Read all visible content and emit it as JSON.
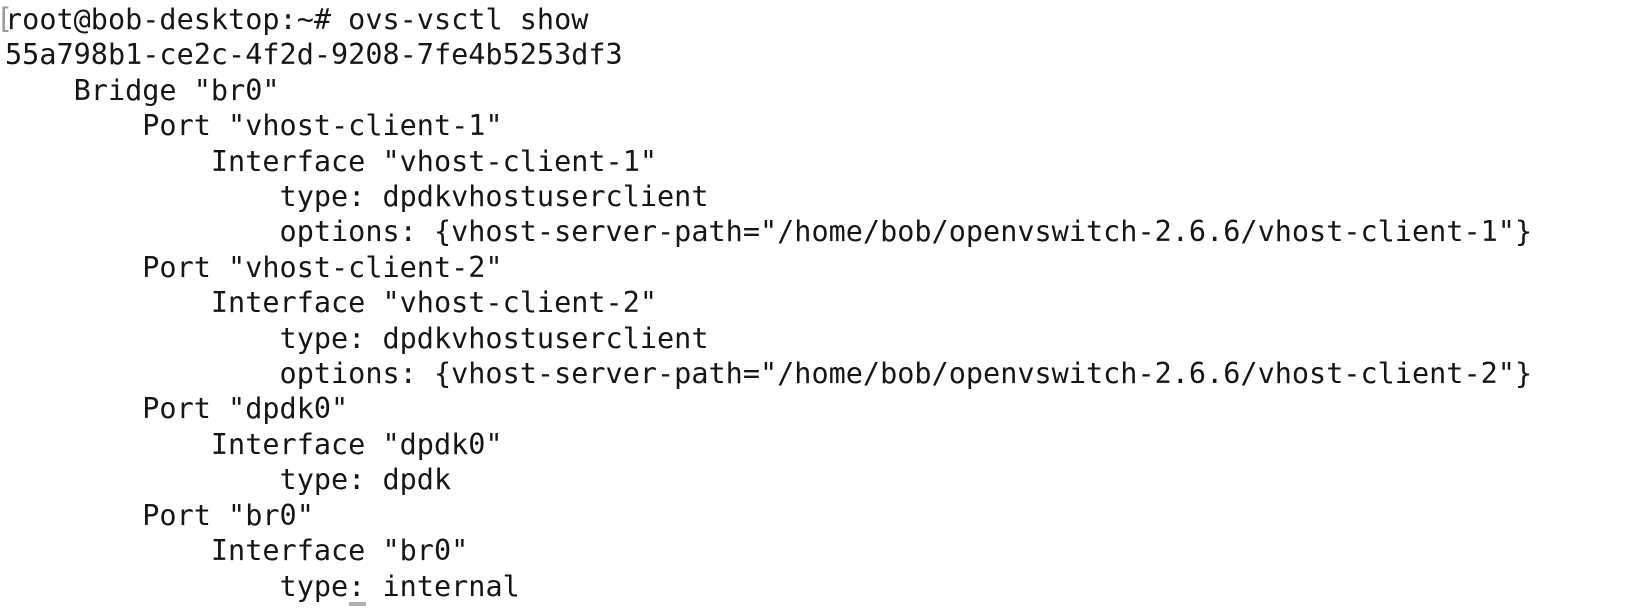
{
  "terminal": {
    "scrollback_bracket": "[",
    "prompt": "root@bob-desktop:~# ",
    "command": "ovs-vsctl show",
    "output_lines": [
      "55a798b1-ce2c-4f2d-9208-7fe4b5253df3",
      "    Bridge \"br0\"",
      "        Port \"vhost-client-1\"",
      "            Interface \"vhost-client-1\"",
      "                type: dpdkvhostuserclient",
      "                options: {vhost-server-path=\"/home/bob/openvswitch-2.6.6/vhost-client-1\"}",
      "        Port \"vhost-client-2\"",
      "            Interface \"vhost-client-2\"",
      "                type: dpdkvhostuserclient",
      "                options: {vhost-server-path=\"/home/bob/openvswitch-2.6.6/vhost-client-2\"}",
      "        Port \"dpdk0\"",
      "            Interface \"dpdk0\"",
      "                type: dpdk",
      "        Port \"br0\"",
      "            Interface \"br0\""
    ],
    "last_line": {
      "before_cursor": "                type",
      "cursor_char": ":",
      "after_cursor": " internal"
    },
    "colors": {
      "background": "#ffffff",
      "foreground": "#161616",
      "bracket_gray": "#9a9a9a",
      "cursor_gray": "#b0b0b0"
    }
  }
}
